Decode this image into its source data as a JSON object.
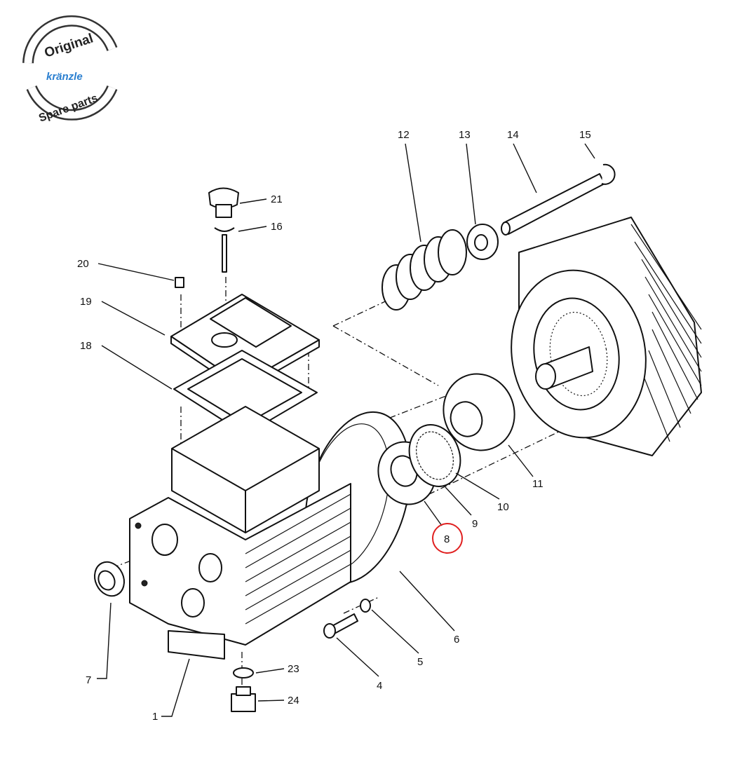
{
  "logo": {
    "top_text": "Original",
    "brand": "kränzle",
    "bottom_text": "Spare parts",
    "brand_color": "#2a7fd0"
  },
  "highlight": {
    "part": "8",
    "color": "#e02020"
  },
  "labels": {
    "p1": "1",
    "p4": "4",
    "p5": "5",
    "p6": "6",
    "p7": "7",
    "p8": "8",
    "p9": "9",
    "p10": "10",
    "p11": "11",
    "p12": "12",
    "p13": "13",
    "p14": "14",
    "p15": "15",
    "p16": "16",
    "p18": "18",
    "p19": "19",
    "p20": "20",
    "p21": "21",
    "p23": "23",
    "p24": "24"
  }
}
